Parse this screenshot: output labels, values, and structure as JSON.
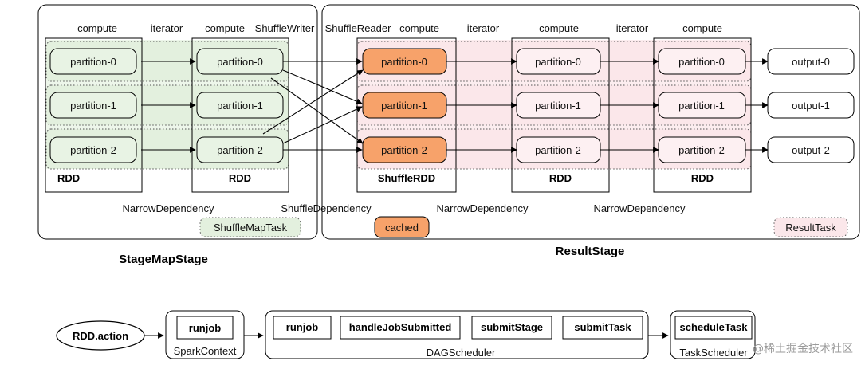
{
  "stage_map": {
    "title": "StageMapStage",
    "task_label": "ShuffleMapTask",
    "rdd1": {
      "label": "RDD",
      "partitions": [
        "partition-0",
        "partition-1",
        "partition-2"
      ]
    },
    "rdd2": {
      "label": "RDD",
      "partitions": [
        "partition-0",
        "partition-1",
        "partition-2"
      ]
    },
    "dependency": "NarrowDependency",
    "top_labels": [
      "compute",
      "iterator",
      "compute",
      "ShuffleWriter"
    ]
  },
  "result_stage": {
    "title": "ResultStage",
    "task_label": "ResultTask",
    "cached_label": "cached",
    "shuffle_rdd": {
      "label": "ShuffleRDD",
      "partitions": [
        "partition-0",
        "partition-1",
        "partition-2"
      ]
    },
    "rdd1": {
      "label": "RDD",
      "partitions": [
        "partition-0",
        "partition-1",
        "partition-2"
      ]
    },
    "rdd2": {
      "label": "RDD",
      "partitions": [
        "partition-0",
        "partition-1",
        "partition-2"
      ]
    },
    "outputs": [
      "output-0",
      "output-1",
      "output-2"
    ],
    "dependencies": [
      "NarrowDependency",
      "NarrowDependency"
    ],
    "top_labels": [
      "ShuffleReader",
      "compute",
      "iterator",
      "compute",
      "iterator",
      "compute"
    ]
  },
  "shuffle_dependency": "ShuffleDependency",
  "flow": {
    "action": "RDD.action",
    "spark_context": {
      "label": "SparkContext",
      "method": "runjob"
    },
    "dag_scheduler": {
      "label": "DAGScheduler",
      "methods": [
        "runjob",
        "handleJobSubmitted",
        "submitStage",
        "submitTask"
      ]
    },
    "task_scheduler": {
      "label": "TaskScheduler",
      "method": "scheduleTask"
    }
  },
  "watermark": "@稀土掘金技术社区",
  "colors": {
    "green_fill": "#e8f3e4",
    "green_band": "#edf6ea",
    "pink_fill": "#fdf0f2",
    "pink_band": "#fbeaec",
    "orange": "#f7a26a"
  }
}
